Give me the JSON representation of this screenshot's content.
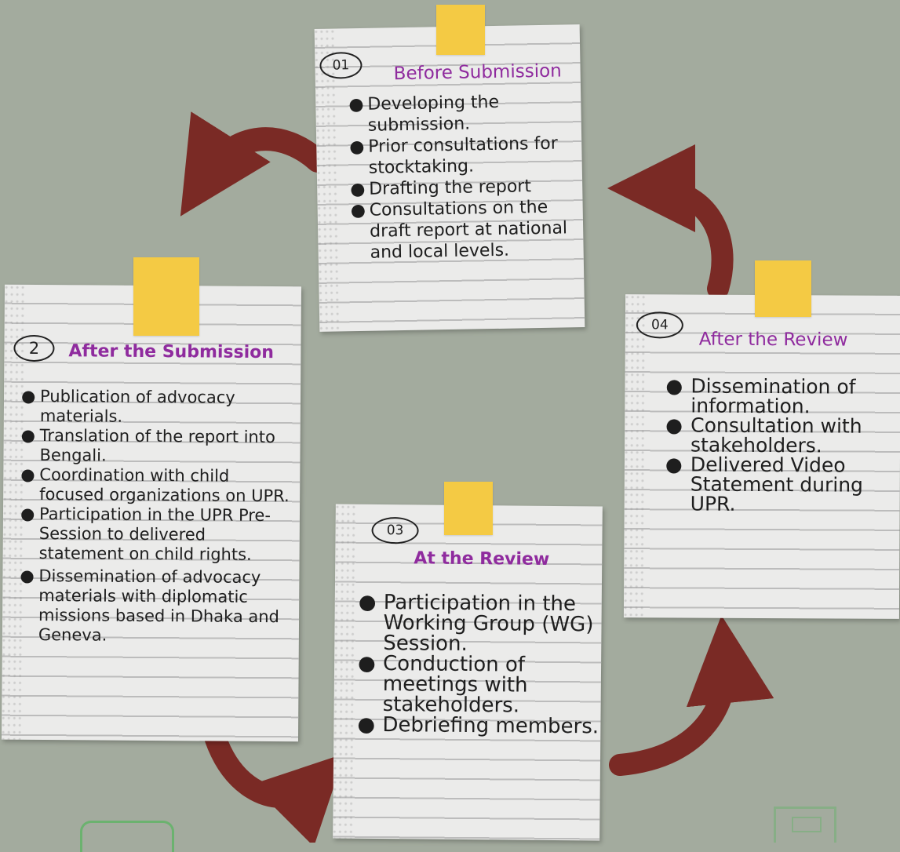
{
  "stages": [
    {
      "number": "01",
      "title": "Before Submission",
      "items": [
        "Developing the submission.",
        "Prior consultations for stocktaking.",
        "Drafting the report",
        "Consultations on the draft report at national and local levels."
      ]
    },
    {
      "number": "2",
      "title": "After the Submission",
      "items": [
        "Publication of advocacy materials.",
        "Translation of the report into Bengali.",
        "Coordination with child focused organizations on UPR.",
        "Participation in the UPR Pre-Session to delivered statement on child rights.",
        "Dissemination of advocacy materials with diplomatic missions based in Dhaka and Geneva."
      ]
    },
    {
      "number": "03",
      "title": "At the Review",
      "items": [
        "Participation in the Working Group (WG) Session.",
        "Conduction of meetings with stakeholders.",
        "Debriefing members."
      ]
    },
    {
      "number": "04",
      "title": "After the Review",
      "items": [
        "Dissemination of information.",
        "Consultation with stakeholders.",
        "Delivered Video Statement during UPR."
      ]
    }
  ],
  "colors": {
    "background": "#a3ab9e",
    "note": "#ebebea",
    "tape": "#f4ca44",
    "title": "#8f2b9e",
    "arrow": "#7a2a25",
    "logo": "#66b36a"
  }
}
